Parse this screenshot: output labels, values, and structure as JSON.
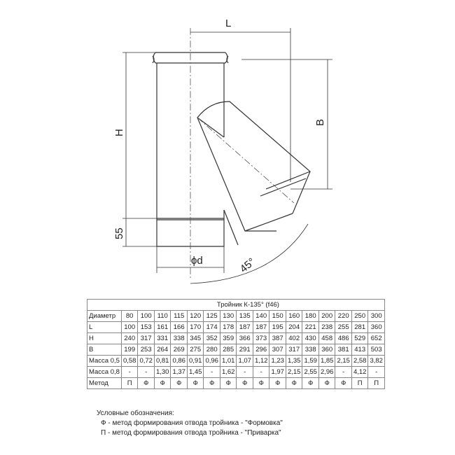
{
  "drawing": {
    "dim_L": "L",
    "dim_B": "B",
    "dim_H": "H",
    "dim_55": "55",
    "dim_d": "ϕd",
    "dim_angle": "45°"
  },
  "table": {
    "title": "Тройник К-135° (f46)",
    "rows": [
      {
        "label": "Диаметр",
        "values": [
          "80",
          "100",
          "110",
          "115",
          "120",
          "125",
          "130",
          "135",
          "140",
          "150",
          "160",
          "180",
          "200",
          "220",
          "250",
          "300"
        ]
      },
      {
        "label": "L",
        "values": [
          "100",
          "153",
          "161",
          "166",
          "170",
          "174",
          "178",
          "187",
          "187",
          "195",
          "204",
          "221",
          "238",
          "255",
          "281",
          "360"
        ]
      },
      {
        "label": "H",
        "values": [
          "240",
          "317",
          "331",
          "338",
          "345",
          "352",
          "359",
          "366",
          "373",
          "387",
          "402",
          "430",
          "458",
          "486",
          "529",
          "652"
        ]
      },
      {
        "label": "B",
        "values": [
          "199",
          "253",
          "264",
          "269",
          "275",
          "280",
          "285",
          "291",
          "296",
          "307",
          "317",
          "338",
          "360",
          "381",
          "413",
          "503"
        ]
      },
      {
        "label": "Масса 0,5",
        "values": [
          "0,58",
          "0,72",
          "0,81",
          "0,86",
          "0,91",
          "0,96",
          "1,01",
          "1,07",
          "1,12",
          "1,23",
          "1,35",
          "1,59",
          "1,85",
          "2,15",
          "2,58",
          "3,82"
        ]
      },
      {
        "label": "Масса 0,8",
        "values": [
          "-",
          "-",
          "1,30",
          "1,37",
          "1,45",
          "-",
          "1,62",
          "-",
          "-",
          "1,97",
          "2,15",
          "2,55",
          "2,96",
          "-",
          "4,12",
          "-"
        ]
      },
      {
        "label": "Метод",
        "values": [
          "П",
          "Ф",
          "Ф",
          "Ф",
          "Ф",
          "Ф",
          "Ф",
          "Ф",
          "Ф",
          "Ф",
          "Ф",
          "Ф",
          "Ф",
          "Ф",
          "П",
          "П"
        ]
      }
    ]
  },
  "legend": {
    "heading": "Условные обозначения:",
    "items": [
      "Ф - метод формирования отвода тройника - \"Формовка\"",
      "П - метод формирования отвода тройника - \"Приварка\""
    ]
  }
}
